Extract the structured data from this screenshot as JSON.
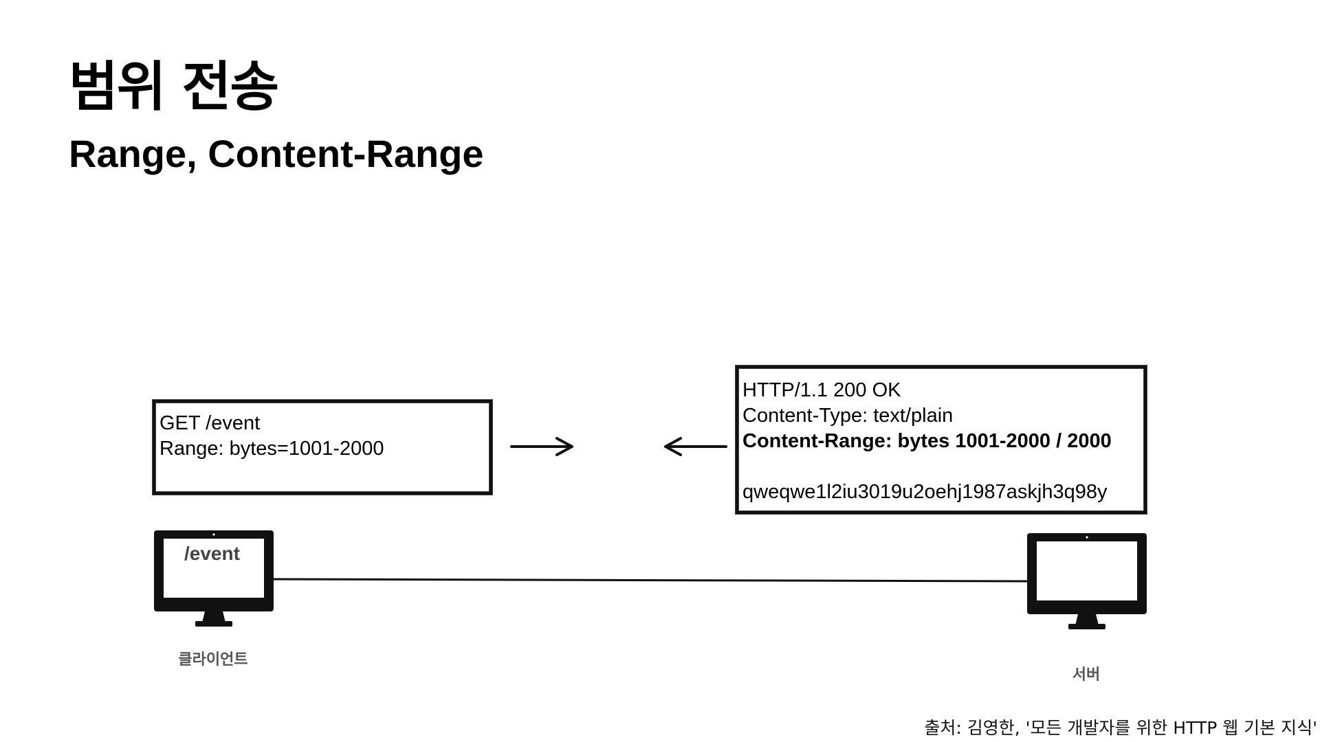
{
  "slide": {
    "title": "범위 전송",
    "subtitle": "Range, Content-Range"
  },
  "request": {
    "lines": [
      "GET /event",
      "Range: bytes=1001-2000"
    ]
  },
  "response": {
    "status_line": "HTTP/1.1 200 OK",
    "content_type": "Content-Type: text/plain",
    "content_range": "Content-Range: bytes 1001-2000 / 2000",
    "body": "qweqwe1l2iu3019u2oehj1987askjh3q98y"
  },
  "client": {
    "screen_text": "/event",
    "label": "클라이언트"
  },
  "server": {
    "label": "서버"
  },
  "source_credit": "출처: 김영한, '모든 개발자를 위한 HTTP 웹 기본 지식'"
}
